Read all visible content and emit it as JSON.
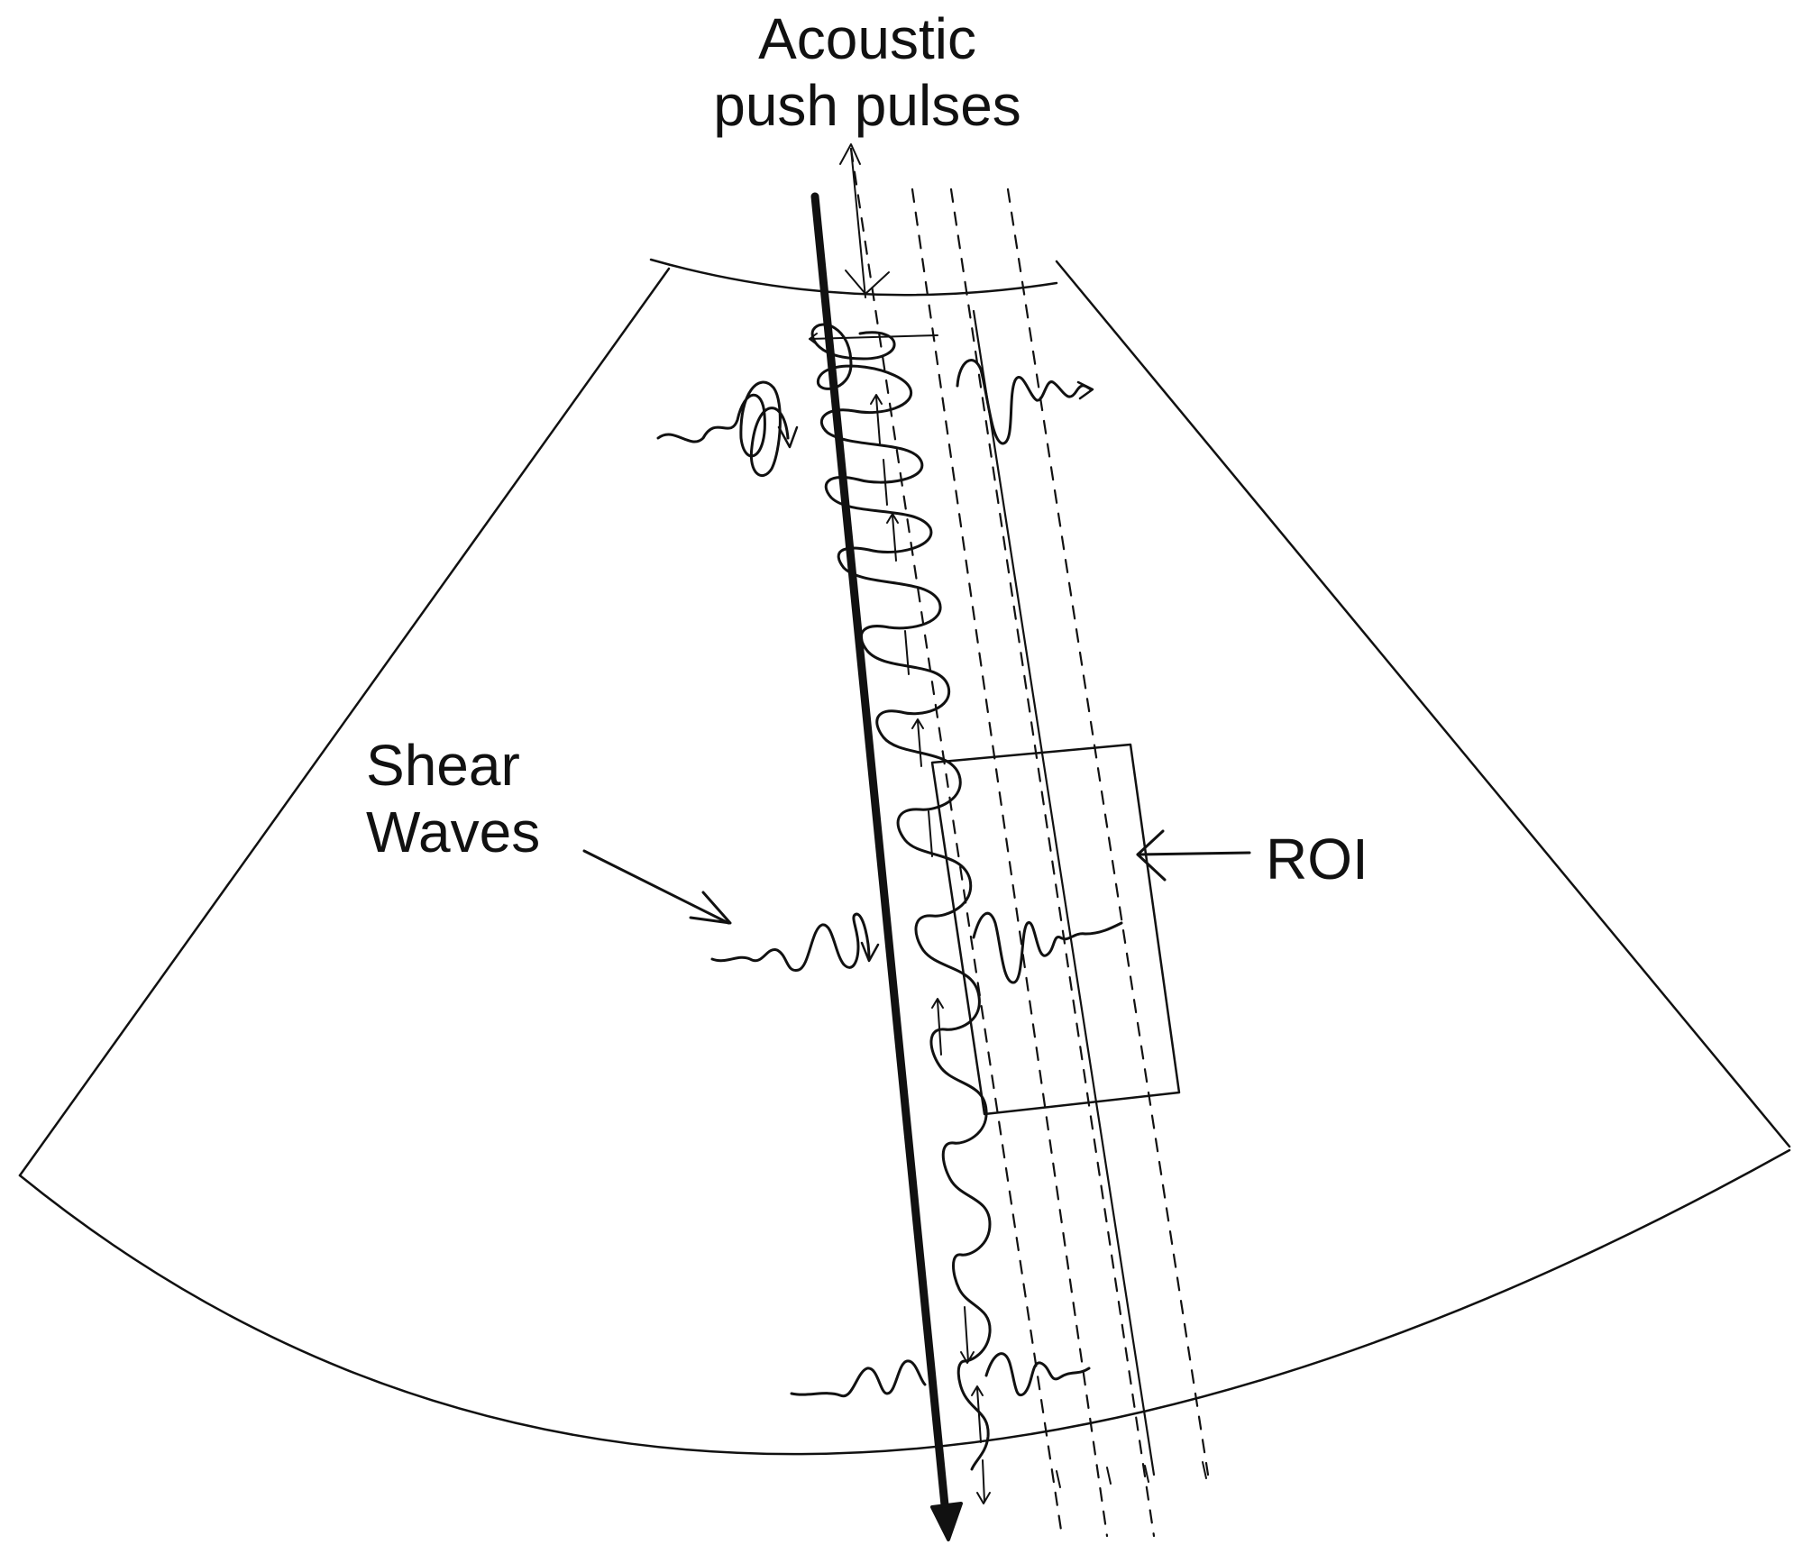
{
  "labels": {
    "acoustic_push_pulses": [
      "Acoustic",
      "push pulses"
    ],
    "shear_waves": [
      "Shear",
      "Waves"
    ],
    "roi": "ROI"
  },
  "colors": {
    "ink": "#111111",
    "background": "#ffffff"
  }
}
